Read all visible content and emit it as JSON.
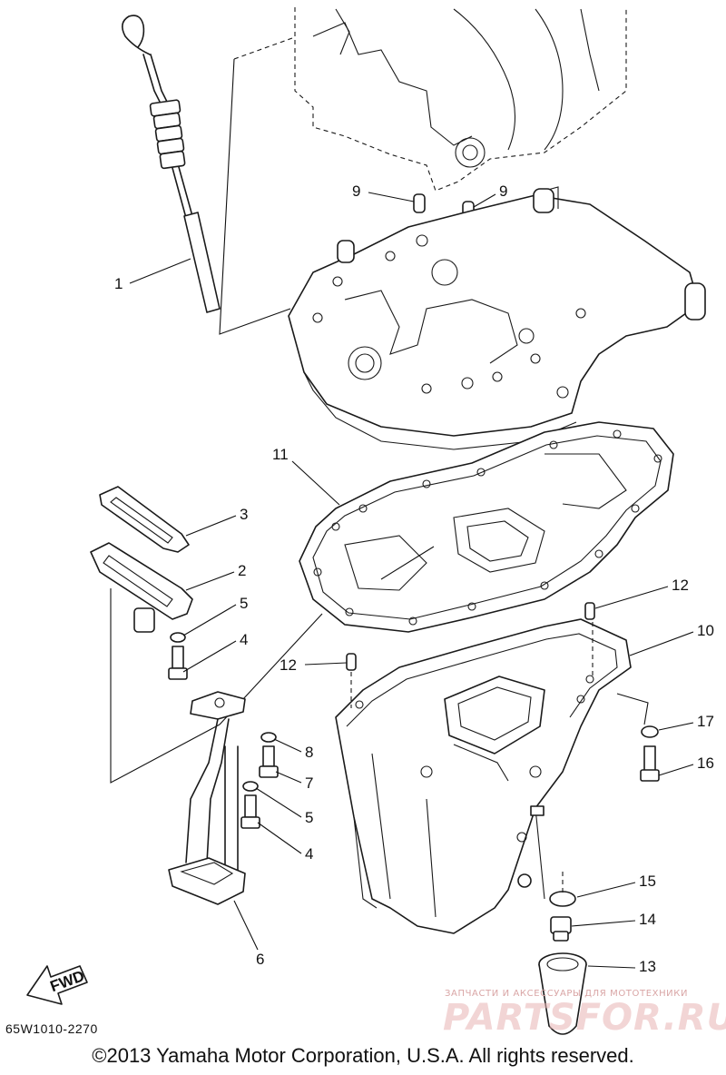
{
  "diagram": {
    "part_code": "65W1010-2270",
    "copyright": "©2013 Yamaha Motor Corporation, U.S.A. All rights reserved.",
    "fwd_label": "FWD",
    "watermark": {
      "small_text": "ЗАПЧАСТИ И АКСЕССУАРЫ ДЛЯ МОТОТЕХНИКИ",
      "brand_text": "PARTSFOR.RU"
    },
    "callouts": {
      "c1": "1",
      "c2": "2",
      "c3": "3",
      "c4a": "4",
      "c4b": "4",
      "c5a": "5",
      "c5b": "5",
      "c6": "6",
      "c7": "7",
      "c8": "8",
      "c9a": "9",
      "c9b": "9",
      "c10": "10",
      "c11": "11",
      "c12a": "12",
      "c12b": "12",
      "c13": "13",
      "c14": "14",
      "c15": "15",
      "c16": "16",
      "c17": "17"
    }
  }
}
